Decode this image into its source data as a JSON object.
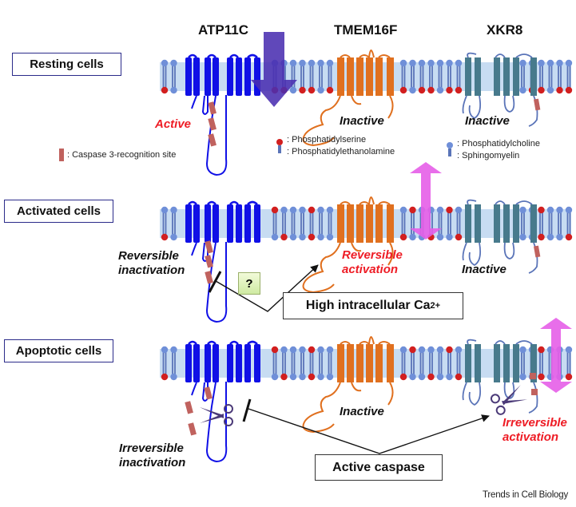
{
  "figure": {
    "credit": "Trends in Cell Biology",
    "proteins": [
      {
        "name": "ATP11C",
        "color": "#1010e6"
      },
      {
        "name": "TMEM16F",
        "color": "#e0701f"
      },
      {
        "name": "XKR8",
        "color": "#477a8c"
      }
    ],
    "colors": {
      "membrane_band": "#c7dcf2",
      "lipid_head_blue": "#6f8fd8",
      "lipid_head_red": "#d21f1f",
      "caspase_site": "#c0625e",
      "flippase_arrow": "#4a2fb0",
      "scramblase_arrow": "#e65ee8",
      "scissors": "#4b3a78",
      "state_box_border": "#2b2b8a",
      "active_text": "#ee1c25"
    },
    "legend": {
      "caspase_site": ": Caspase 3-recognition site",
      "ps_pe": [
        ": Phosphatidylserine",
        ": Phosphatidylethanolamine"
      ],
      "pc_sm": [
        ": Phosphatidylcholine",
        ": Sphingomyelin"
      ]
    },
    "states": [
      {
        "label": "Resting cells",
        "atp11c_status": [
          "Active"
        ],
        "tmem16f_status": [
          "Inactive"
        ],
        "xkr8_status": [
          "Inactive"
        ]
      },
      {
        "label": "Activated cells",
        "atp11c_status": [
          "Reversible",
          "inactivation"
        ],
        "tmem16f_status": [
          "Reversible",
          "activation"
        ],
        "xkr8_status": [
          "Inactive"
        ],
        "unknown_mediator": "?",
        "trigger": {
          "text": "High intracellular Ca",
          "sup": "2+"
        }
      },
      {
        "label": "Apoptotic cells",
        "atp11c_status": [
          "Irreversible",
          "inactivation"
        ],
        "tmem16f_status": [
          "Inactive"
        ],
        "xkr8_status": [
          "Irreversible",
          "activation"
        ],
        "trigger": {
          "text": "Active caspase"
        }
      }
    ]
  }
}
